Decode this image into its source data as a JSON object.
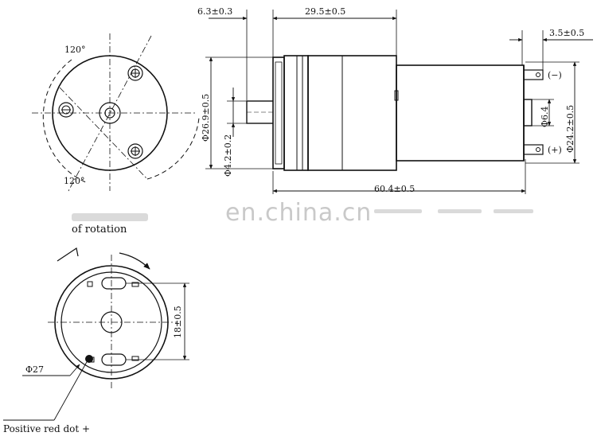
{
  "labels": {
    "angle_top": "120°",
    "angle_bottom": "120°",
    "dim_shaft_len": "6.3±0.3",
    "dim_body_len": "29.5±0.5",
    "dim_terminal": "3.5±0.5",
    "dim_body_dia": "Φ26.9±0.5",
    "dim_shaft_dia": "Φ4.2±0.2",
    "dim_motor_dia": "Φ24.2±0.5",
    "dim_boss_dia": "Φ6.4",
    "term_neg": "(−)",
    "term_pos": "(+)",
    "dim_total_len": "60.4±0.5",
    "rotation_text": "of rotation",
    "dim_hole_spacing": "18±0.5",
    "dim_outer_dia": "Φ27",
    "positive_dot": "Positive red dot +"
  },
  "watermark": "en.china.cn"
}
